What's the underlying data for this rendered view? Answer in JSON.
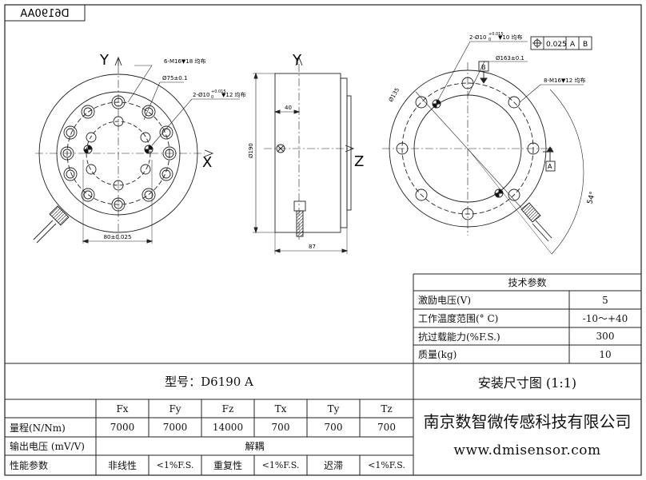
{
  "drawing_code_mirrored": "D6190AA",
  "views": {
    "front": {
      "axis_y": "Y",
      "axis_x": "X",
      "note_holes_m16": "6-M16▼18 均布",
      "note_dia75": "Ø75±0.1",
      "note_pin_holes": "2-Ø10",
      "note_pin_tol": "+0.015",
      "note_pin_tol2": "0",
      "note_pin_depth": "▼12 均布",
      "dim_80": "80±0.025"
    },
    "side": {
      "axis_y": "Y",
      "axis_z": "Z",
      "dim_40": "40",
      "dim_190": "Ø190",
      "dim_87": "87"
    },
    "back": {
      "note_pin_holes": "2-Ø10",
      "note_pin_tol": "+0.015",
      "note_pin_tol2": "0",
      "note_pin_depth": "▼10 均布",
      "tol_frame_value": "0.025",
      "tol_frame_a": "A",
      "tol_frame_b": "B",
      "datum_b": "B",
      "datum_a": "A",
      "dim_163": "Ø163±0.1",
      "note_holes_m16": "8-M16▼12 均布",
      "dim_135": "Ø135",
      "angle_54": "54°"
    }
  },
  "tech_params": {
    "title": "技术参数",
    "rows": [
      {
        "label": "激励电压(V)",
        "value": "5"
      },
      {
        "label": "工作温度范围(° C)",
        "value": "-10～+40"
      },
      {
        "label": "抗过载能力(%F.S.)",
        "value": "300"
      },
      {
        "label": "质量(kg)",
        "value": "10"
      }
    ]
  },
  "model": {
    "label": "型号：D6190 A",
    "columns": [
      "Fx",
      "Fy",
      "Fz",
      "Tx",
      "Ty",
      "Tz"
    ],
    "range_label": "量程(N/Nm)",
    "range_values": [
      "7000",
      "7000",
      "14000",
      "700",
      "700",
      "700"
    ],
    "output_label": "输出电压 (mV/V)",
    "output_value": "解耦",
    "perf_label": "性能参数",
    "perf_values": [
      "非线性",
      "<1%F.S.",
      "重复性",
      "<1%F.S.",
      "迟滞",
      "<1%F.S."
    ]
  },
  "title_block": {
    "drawing_title": "安装尺寸图 (1:1)",
    "company": "南京数智微传感科技有限公司",
    "website": "www.dmisensor.com"
  }
}
